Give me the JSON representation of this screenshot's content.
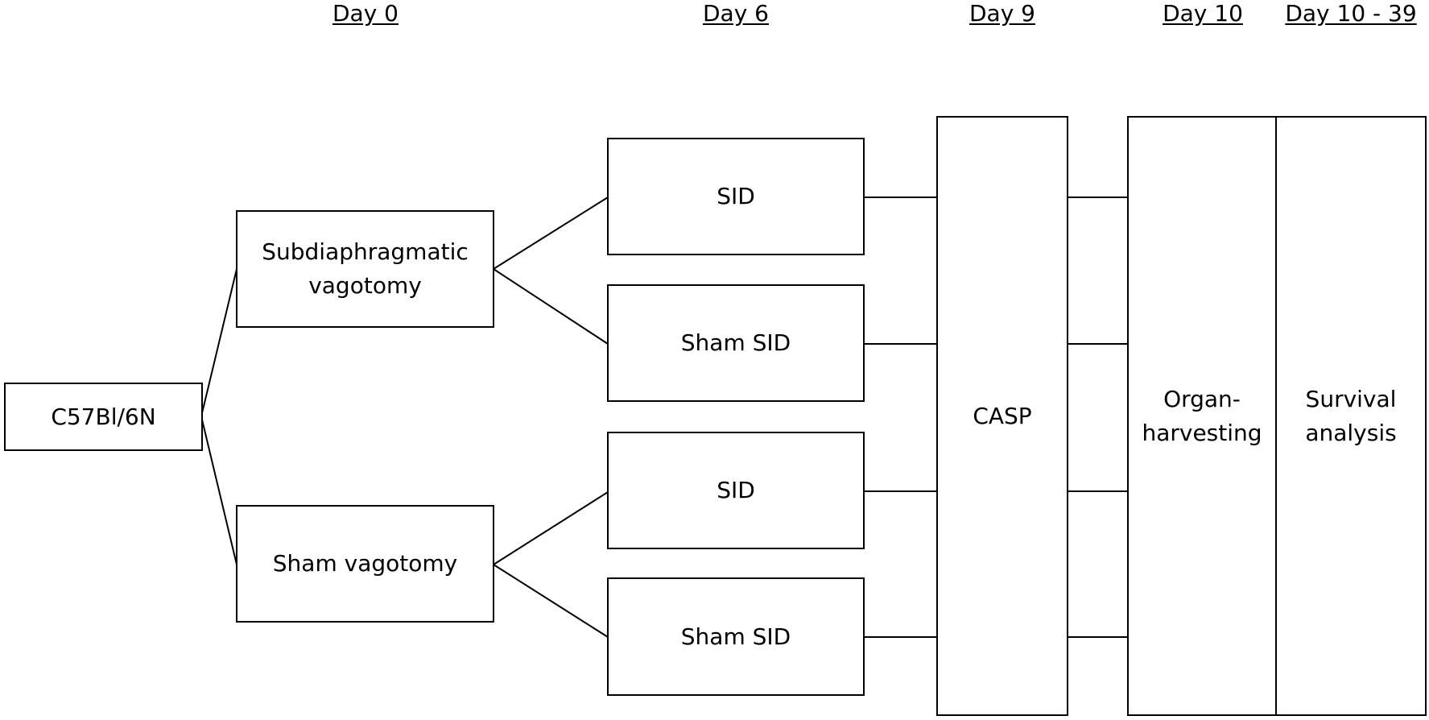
{
  "days": {
    "d0": "Day 0",
    "d6": "Day 6",
    "d9": "Day 9",
    "d10": "Day 10",
    "d10_39": "Day 10 - 39"
  },
  "nodes": {
    "strain": "C57Bl/6N",
    "subdiaphragmatic_vagotomy": "Subdiaphragmatic\nvagotomy",
    "sham_vagotomy": "Sham vagotomy",
    "sid_1": "SID",
    "sham_sid_1": "Sham SID",
    "sid_2": "SID",
    "sham_sid_2": "Sham SID",
    "casp": "CASP",
    "organ_harvesting": "Organ-\nharvesting",
    "survival_analysis": "Survival\nanalysis"
  }
}
